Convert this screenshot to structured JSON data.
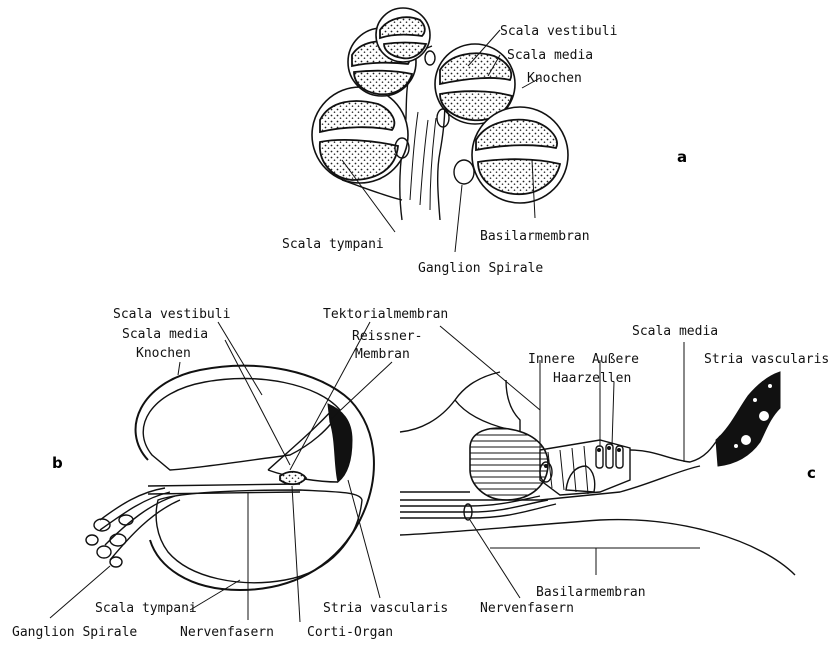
{
  "panels": {
    "a": {
      "letter": "a",
      "labels": {
        "scala_vestibuli": "Scala vestibuli",
        "scala_media": "Scala media",
        "knochen": "Knochen",
        "basilarmembran": "Basilarmembran",
        "scala_tympani": "Scala tympani",
        "ganglion_spirale": "Ganglion Spirale"
      }
    },
    "b": {
      "letter": "b",
      "labels": {
        "scala_vestibuli": "Scala vestibuli",
        "scala_media": "Scala media",
        "knochen": "Knochen",
        "tektorialmembran": "Tektorialmembran",
        "reissner_1": "Reissner-",
        "reissner_2": "Membran",
        "scala_tympani": "Scala tympani",
        "ganglion_spirale": "Ganglion Spirale",
        "nervenfasern": "Nervenfasern",
        "corti_organ": "Corti-Organ",
        "stria_vascularis": "Stria vascularis"
      }
    },
    "c": {
      "letter": "c",
      "labels": {
        "scala_media": "Scala media",
        "stria_vascularis": "Stria vascularis",
        "innere": "Innere",
        "aussere": "Außere",
        "haarzellen": "Haarzellen",
        "basilarmembran": "Basilarmembran",
        "nervenfasern": "Nervenfasern"
      }
    }
  }
}
